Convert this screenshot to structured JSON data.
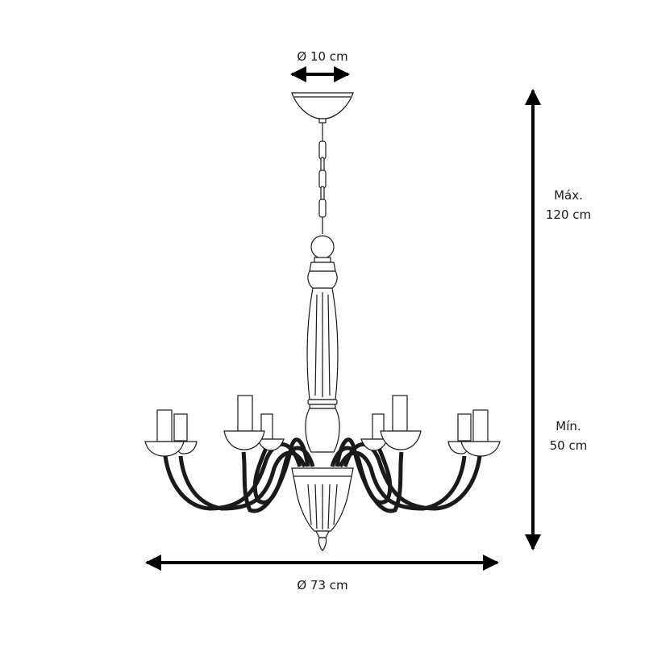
{
  "dimensions": {
    "canopy_diameter": "Ø 10 cm",
    "max_height_label": "Máx.",
    "max_height_value": "120 cm",
    "min_height_label": "Mín.",
    "min_height_value": "50 cm",
    "overall_diameter": "Ø 73 cm"
  },
  "colors": {
    "line": "#1a1a1a",
    "arrow": "#000000",
    "background": "#ffffff"
  }
}
